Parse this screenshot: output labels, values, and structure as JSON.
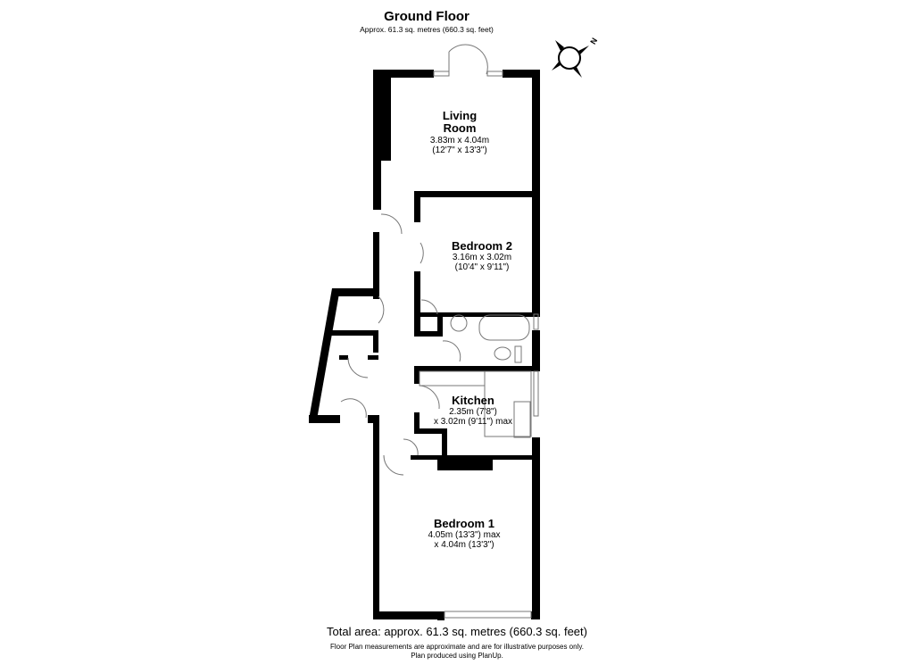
{
  "header": {
    "title": "Ground Floor",
    "subtitle": "Approx. 61.3 sq. metres (660.3 sq. feet)"
  },
  "compass": {
    "icon": "compass-north-icon",
    "label": "N"
  },
  "rooms": [
    {
      "id": "living-room",
      "name_line1": "Living",
      "name_line2": "Room",
      "dim1": "3.83m x 4.04m",
      "dim2": "(12'7\" x 13'3\")"
    },
    {
      "id": "bedroom-2",
      "name": "Bedroom 2",
      "dim1": "3.16m x 3.02m",
      "dim2": "(10'4\" x 9'11\")"
    },
    {
      "id": "kitchen",
      "name": "Kitchen",
      "dim1": "2.35m (7'8\")",
      "dim2": "x 3.02m (9'11\") max"
    },
    {
      "id": "bedroom-1",
      "name": "Bedroom 1",
      "dim1": "4.05m (13'3\") max",
      "dim2": "x 4.04m (13'3\")"
    }
  ],
  "footer": {
    "total": "Total area: approx. 61.3 sq. metres (660.3 sq. feet)",
    "note_line1": "Floor Plan measurements are approximate and are for illustrative purposes only.",
    "note_line2": "Plan produced using PlanUp."
  },
  "colors": {
    "wall": "#000000",
    "fixture": "#888888",
    "background": "#ffffff"
  }
}
